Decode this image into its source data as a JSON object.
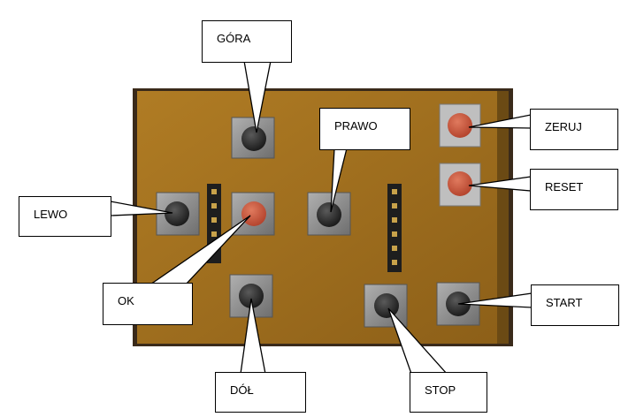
{
  "photo": {
    "description_colors": {
      "pcb": "#a8761e",
      "pcb_dark": "#8a5e18",
      "button_body": "#8e8e8e",
      "cap_black": "#2a2a2a",
      "cap_red": "#c9573e"
    },
    "buttons": [
      {
        "id": "gora",
        "cap": "black"
      },
      {
        "id": "lewo",
        "cap": "black"
      },
      {
        "id": "ok",
        "cap": "red"
      },
      {
        "id": "prawo",
        "cap": "black"
      },
      {
        "id": "dol",
        "cap": "black"
      },
      {
        "id": "stop",
        "cap": "black"
      },
      {
        "id": "start",
        "cap": "black"
      },
      {
        "id": "zeruj",
        "cap": "red"
      },
      {
        "id": "reset",
        "cap": "red"
      }
    ]
  },
  "labels": {
    "gora": "GÓRA",
    "prawo": "PRAWO",
    "zeruj": "ZERUJ",
    "reset": "RESET",
    "lewo": "LEWO",
    "ok": "OK",
    "start": "START",
    "dol": "DÓŁ",
    "stop": "STOP"
  }
}
